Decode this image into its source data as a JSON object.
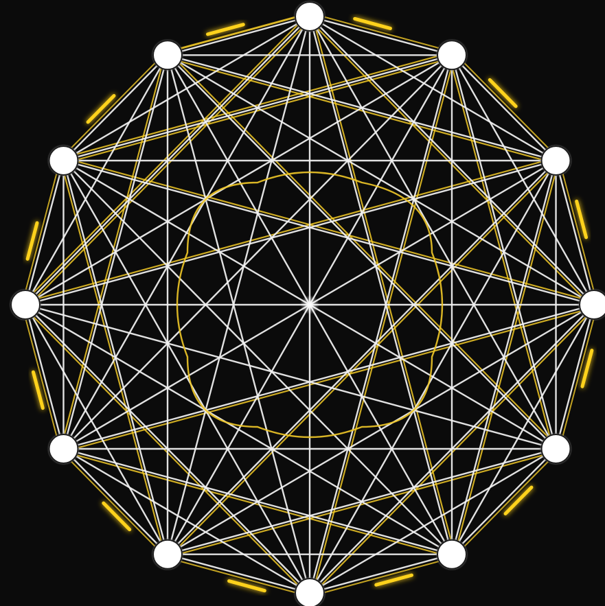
{
  "diagram": {
    "type": "complete-graph",
    "node_count": 12,
    "colors": {
      "background": "#0b0b0b",
      "edge": "#f2f2f2",
      "highlight": "#f0c828",
      "highlight_glow": "#ffd21e",
      "node_fill": "#ffffff",
      "node_stroke": "#1a1a1a"
    },
    "highlighted_edge_pairs": [
      [
        0,
        11
      ],
      [
        0,
        3
      ],
      [
        0,
        9
      ],
      [
        1,
        4
      ],
      [
        1,
        10
      ],
      [
        11,
        8
      ],
      [
        11,
        2
      ],
      [
        10,
        7
      ],
      [
        10,
        1
      ],
      [
        9,
        6
      ],
      [
        9,
        0
      ],
      [
        8,
        5
      ],
      [
        8,
        3
      ],
      [
        7,
        4
      ],
      [
        7,
        2
      ],
      [
        6,
        1
      ],
      [
        6,
        3
      ],
      [
        5,
        0
      ],
      [
        5,
        2
      ],
      [
        4,
        11
      ],
      [
        3,
        10
      ],
      [
        2,
        9
      ]
    ],
    "highlighted_outer_pairs": [
      [
        0,
        1
      ],
      [
        1,
        2
      ],
      [
        2,
        3
      ],
      [
        3,
        4
      ],
      [
        4,
        5
      ],
      [
        5,
        6
      ],
      [
        6,
        7
      ],
      [
        7,
        8
      ],
      [
        8,
        9
      ],
      [
        9,
        10
      ],
      [
        10,
        11
      ],
      [
        11,
        0
      ]
    ]
  }
}
